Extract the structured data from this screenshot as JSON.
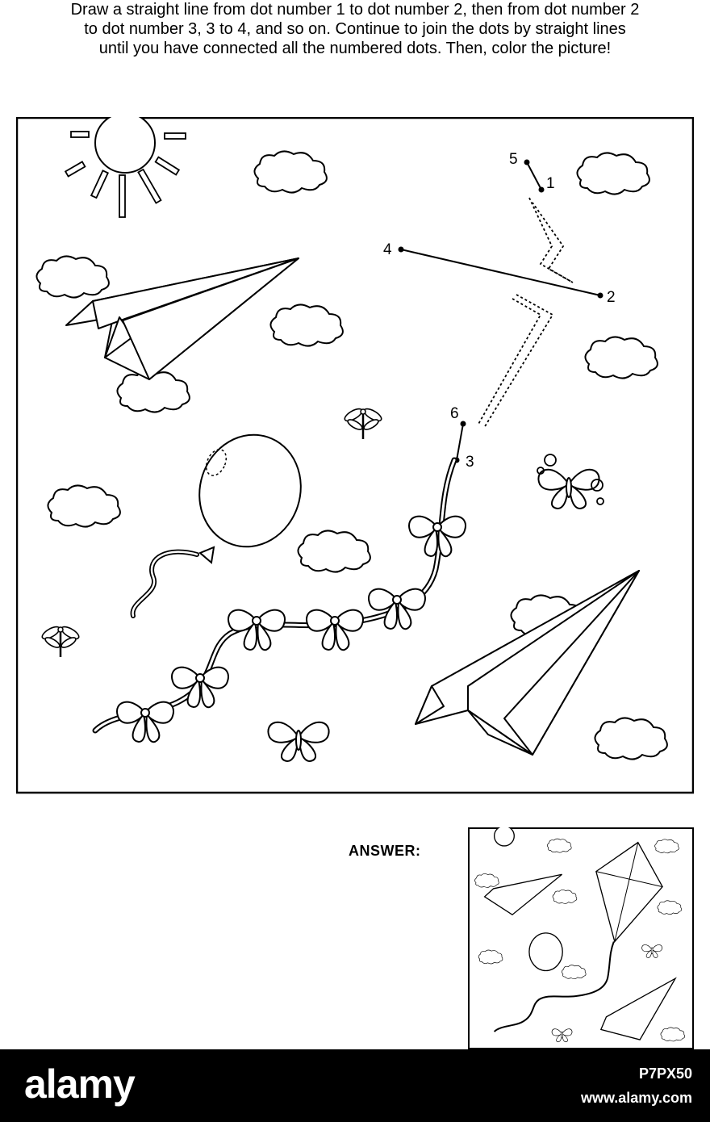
{
  "instructions": "Draw a straight line from dot number 1 to dot number 2, then from dot number 2\nto dot number 3, 3 to 4, and so on. Continue to join the dots by straight lines\nuntil you have connected all the numbered dots. Then, color the picture!",
  "answer_label": "ANSWER:",
  "dots": {
    "d1": "1",
    "d2": "2",
    "d3": "3",
    "d4": "4",
    "d5": "5",
    "d6": "6"
  },
  "footer": {
    "logo": "alamy",
    "image_id": "P7PX50",
    "site": "www.alamy.com"
  },
  "colors": {
    "ink": "#000000",
    "paper": "#ffffff",
    "footer": "#000000"
  }
}
